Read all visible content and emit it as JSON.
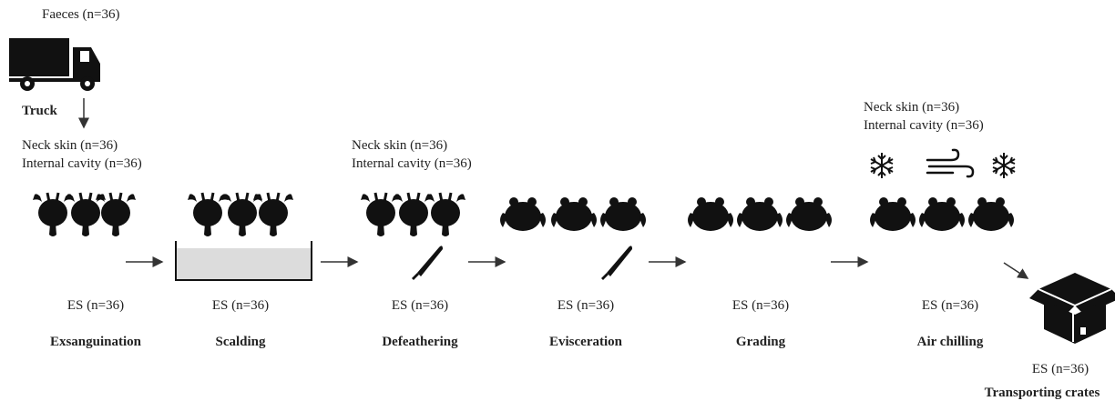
{
  "top": {
    "faeces": "Faeces (n=36)",
    "truck_label": "Truck"
  },
  "samples": {
    "exsanguination_neck": "Neck skin (n=36)",
    "exsanguination_cavity": "Internal cavity (n=36)",
    "defeathering_neck": "Neck skin (n=36)",
    "defeathering_cavity": "Internal cavity (n=36)",
    "airchill_neck": "Neck skin (n=36)",
    "airchill_cavity": "Internal cavity (n=36)"
  },
  "stages": [
    {
      "es": "ES (n=36)",
      "name": "Exsanguination"
    },
    {
      "es": "ES (n=36)",
      "name": "Scalding"
    },
    {
      "es": "ES (n=36)",
      "name": "Defeathering"
    },
    {
      "es": "ES (n=36)",
      "name": "Evisceration"
    },
    {
      "es": "ES (n=36)",
      "name": "Grading"
    },
    {
      "es": "ES (n=36)",
      "name": "Air chilling"
    },
    {
      "es": "ES (n=36)",
      "name": "Transporting crates"
    }
  ],
  "icons": {
    "truck": "truck-icon",
    "hanging_bird": "hanging-chicken-icon",
    "carcass": "chicken-carcass-icon",
    "knife": "knife-icon",
    "snowflake": "snowflake-icon",
    "wind": "wind-icon",
    "box": "box-icon",
    "tank": "scalding-tank-icon"
  },
  "colors": {
    "ink": "#111111",
    "tank_fill": "#dcdcdc",
    "arrow": "#333333"
  }
}
